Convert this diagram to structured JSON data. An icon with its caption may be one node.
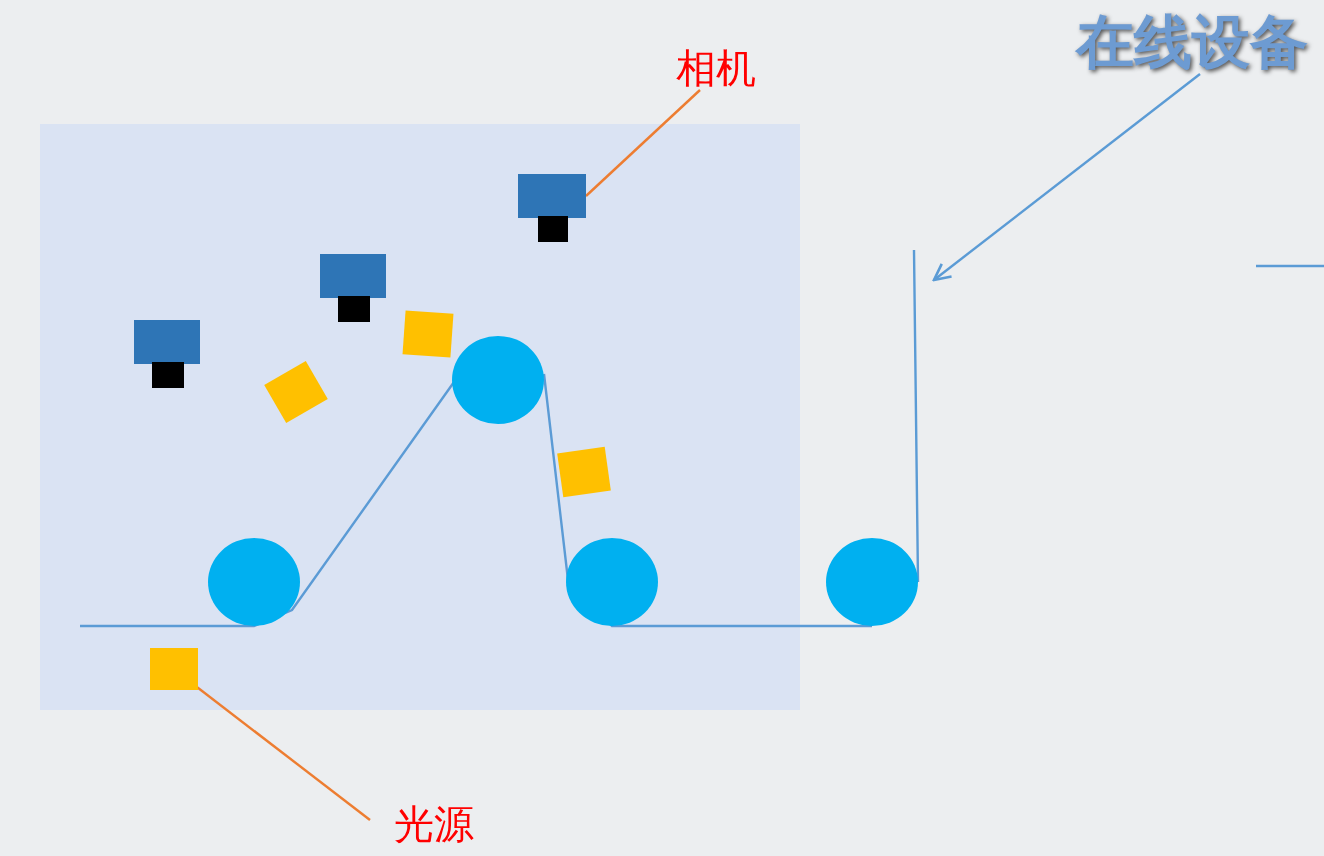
{
  "diagram": {
    "nodes": [
      {
        "text": [
          "相机"
        ]
      },
      {
        "text": [],
        "shape": "box"
      },
      {
        "text": [
          "光源"
        ]
      },
      {
        "text": [],
        "shape": "box"
      },
      {
        "text": [
          "在线设备"
        ]
      }
    ],
    "edges": [
      {
        "from": 0,
        "to": 1,
        "arrow": "none",
        "color": "#ed7d31"
      },
      {
        "from": 2,
        "to": 3,
        "arrow": "none",
        "color": "#ed7d31"
      },
      {
        "from": 4,
        "to": null,
        "arrow": "to",
        "color": "#5b9bd5"
      }
    ]
  }
}
